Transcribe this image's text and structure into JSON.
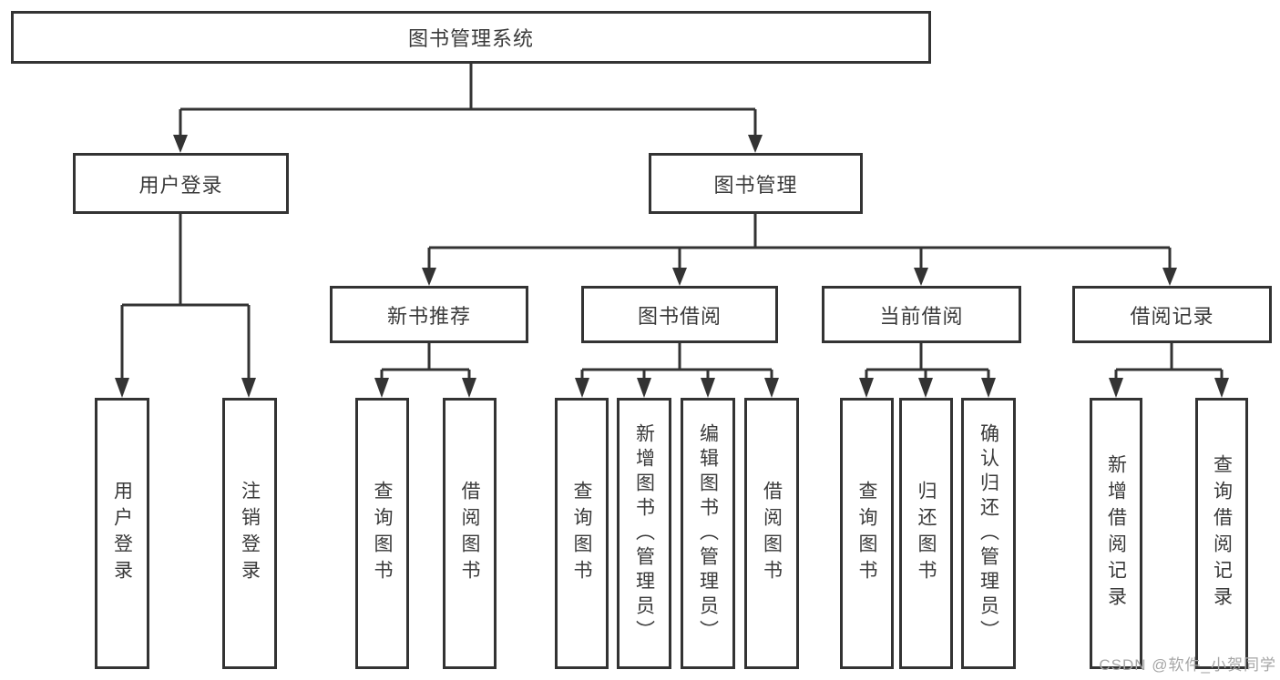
{
  "diagram": {
    "root": {
      "label": "图书管理系统"
    },
    "level2": [
      {
        "label": "用户登录"
      },
      {
        "label": "图书管理"
      }
    ],
    "level3": [
      {
        "label": "新书推荐"
      },
      {
        "label": "图书借阅"
      },
      {
        "label": "当前借阅"
      },
      {
        "label": "借阅记录"
      }
    ],
    "leaves": [
      {
        "label": "用户登录"
      },
      {
        "label": "注销登录"
      },
      {
        "label": "查询图书"
      },
      {
        "label": "借阅图书"
      },
      {
        "label": "查询图书"
      },
      {
        "label": "新增图书（管理员）"
      },
      {
        "label": "编辑图书（管理员）"
      },
      {
        "label": "借阅图书"
      },
      {
        "label": "查询图书"
      },
      {
        "label": "归还图书"
      },
      {
        "label": "确认归还（管理员）"
      },
      {
        "label": "新增借阅记录"
      },
      {
        "label": "查询借阅记录"
      }
    ]
  },
  "watermark": {
    "text": "CSDN @软件_小贺同学"
  },
  "colors": {
    "line": "#333333",
    "box_border": "#333333",
    "text": "#3a3a3a",
    "watermark": "#a6a6a6",
    "background": "#ffffff"
  }
}
